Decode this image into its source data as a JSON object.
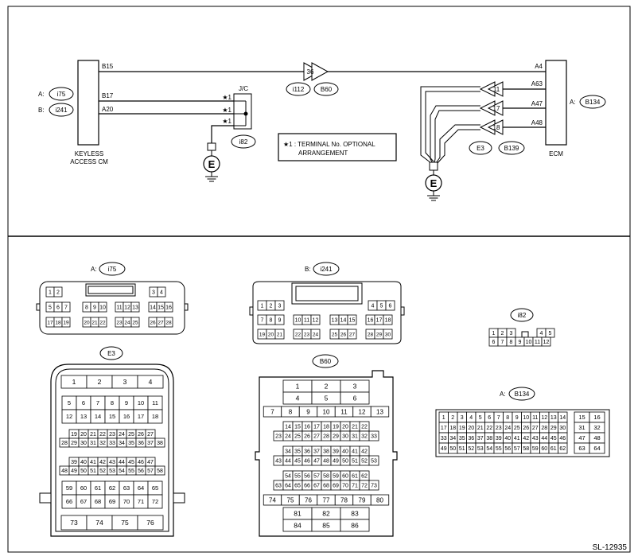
{
  "figure_id": "SL-12935",
  "top": {
    "keyless": {
      "name_line1": "KEYLESS",
      "name_line2": "ACCESS CM",
      "ref_a_prefix": "A:",
      "ref_a": "i75",
      "ref_b_prefix": "B:",
      "ref_b": "i241",
      "pin_b15": "B15",
      "pin_b17": "B17",
      "pin_a20": "A20"
    },
    "jc": {
      "name": "J/C",
      "ref": "i82",
      "terminal_mark": "★1"
    },
    "inline": {
      "pin": "36",
      "ref1": "i112",
      "ref2": "B60"
    },
    "ecm": {
      "name": "ECM",
      "ref_prefix": "A:",
      "ref": "B134",
      "pin_a4": "A4",
      "pin_a63": "A63",
      "pin_a47": "A47",
      "pin_a48": "A48",
      "ground_pins": [
        "11",
        "17",
        "18"
      ],
      "ground_ref1": "E3",
      "ground_ref2": "B139"
    },
    "ground_label": "E",
    "note_line1": "★1  : TERMINAL No. OPTIONAL",
    "note_line2": "ARRANGEMENT"
  },
  "connectors": {
    "i75": {
      "prefix": "A:",
      "ref": "i75",
      "rows": [
        [
          [
            "1",
            "2"
          ],
          [
            "3",
            "4"
          ]
        ],
        [
          [
            "5",
            "6",
            "7"
          ],
          [
            "8",
            "9",
            "10"
          ],
          [
            "11",
            "12",
            "13"
          ],
          [
            "14",
            "15",
            "16"
          ]
        ],
        [
          [
            "17",
            "18",
            "19"
          ],
          [
            "20",
            "21",
            "22"
          ],
          [
            "23",
            "24",
            "25"
          ],
          [
            "26",
            "27",
            "28"
          ]
        ]
      ]
    },
    "i241": {
      "prefix": "B:",
      "ref": "i241",
      "rows": [
        [
          [
            "1",
            "2",
            "3"
          ],
          [
            "4",
            "5",
            "6"
          ]
        ],
        [
          [
            "7",
            "8",
            "9"
          ],
          [
            "10",
            "11",
            "12"
          ],
          [
            "13",
            "14",
            "15"
          ],
          [
            "16",
            "17",
            "18"
          ]
        ],
        [
          [
            "19",
            "20",
            "21"
          ],
          [
            "22",
            "23",
            "24"
          ],
          [
            "25",
            "26",
            "27"
          ],
          [
            "28",
            "29",
            "30"
          ]
        ]
      ]
    },
    "i82": {
      "ref": "i82",
      "rows": [
        [
          [
            "1",
            "2",
            "3"
          ],
          [
            "4",
            "5"
          ]
        ],
        [
          [
            "6",
            "7",
            "8",
            "9",
            "10",
            "11",
            "12"
          ]
        ]
      ]
    },
    "E3": {
      "ref": "E3",
      "row1": [
        "1",
        "2",
        "3",
        "4"
      ],
      "row2": [
        "5",
        "6",
        "7",
        "8",
        "9",
        "10",
        "11"
      ],
      "row3": [
        "12",
        "13",
        "14",
        "15",
        "16",
        "17",
        "18"
      ],
      "row4": [
        "19",
        "20",
        "21",
        "22",
        "23",
        "24",
        "25",
        "26",
        "27"
      ],
      "row5": [
        "28",
        "29",
        "30",
        "31",
        "32",
        "33",
        "34",
        "35",
        "36",
        "37",
        "38"
      ],
      "row6": [
        "39",
        "40",
        "41",
        "42",
        "43",
        "44",
        "45",
        "46",
        "47"
      ],
      "row7": [
        "48",
        "49",
        "50",
        "51",
        "52",
        "53",
        "54",
        "55",
        "56",
        "57",
        "58"
      ],
      "row8": [
        "59",
        "60",
        "61",
        "62",
        "63",
        "64",
        "65"
      ],
      "row9": [
        "66",
        "67",
        "68",
        "69",
        "70",
        "71",
        "72"
      ],
      "row10": [
        "73",
        "74",
        "75",
        "76"
      ]
    },
    "B60": {
      "ref": "B60",
      "row1": [
        "1",
        "2",
        "3"
      ],
      "row2": [
        "4",
        "5",
        "6"
      ],
      "row3": [
        "7",
        "8",
        "9",
        "10",
        "11",
        "12",
        "13"
      ],
      "row4": [
        "14",
        "15",
        "16",
        "17",
        "18",
        "19",
        "20",
        "21",
        "22"
      ],
      "row5": [
        "23",
        "24",
        "25",
        "26",
        "27",
        "28",
        "29",
        "30",
        "31",
        "32",
        "33"
      ],
      "row6": [
        "34",
        "35",
        "36",
        "37",
        "38",
        "39",
        "40",
        "41",
        "42"
      ],
      "row7": [
        "43",
        "44",
        "45",
        "46",
        "47",
        "48",
        "49",
        "50",
        "51",
        "52",
        "53"
      ],
      "row8": [
        "54",
        "55",
        "56",
        "57",
        "58",
        "59",
        "60",
        "61",
        "62"
      ],
      "row9": [
        "63",
        "64",
        "65",
        "66",
        "67",
        "68",
        "69",
        "70",
        "71",
        "72",
        "73"
      ],
      "row10": [
        "74",
        "75",
        "76",
        "77",
        "78",
        "79",
        "80"
      ],
      "row11": [
        "81",
        "82",
        "83"
      ],
      "row12": [
        "84",
        "85",
        "86"
      ]
    },
    "B134": {
      "prefix": "A:",
      "ref": "B134",
      "row1": [
        "1",
        "2",
        "3",
        "4",
        "5",
        "6",
        "7",
        "8",
        "9",
        "10",
        "11",
        "12",
        "13",
        "14"
      ],
      "row2": [
        "17",
        "18",
        "19",
        "20",
        "21",
        "22",
        "23",
        "24",
        "25",
        "26",
        "27",
        "28",
        "29",
        "30"
      ],
      "row3": [
        "33",
        "34",
        "35",
        "36",
        "37",
        "38",
        "39",
        "40",
        "41",
        "42",
        "43",
        "44",
        "45",
        "46"
      ],
      "row4": [
        "49",
        "50",
        "51",
        "52",
        "53",
        "54",
        "55",
        "56",
        "57",
        "58",
        "59",
        "60",
        "61",
        "62"
      ],
      "side": [
        [
          "15",
          "16"
        ],
        [
          "31",
          "32"
        ],
        [
          "47",
          "48"
        ],
        [
          "63",
          "64"
        ]
      ]
    }
  }
}
